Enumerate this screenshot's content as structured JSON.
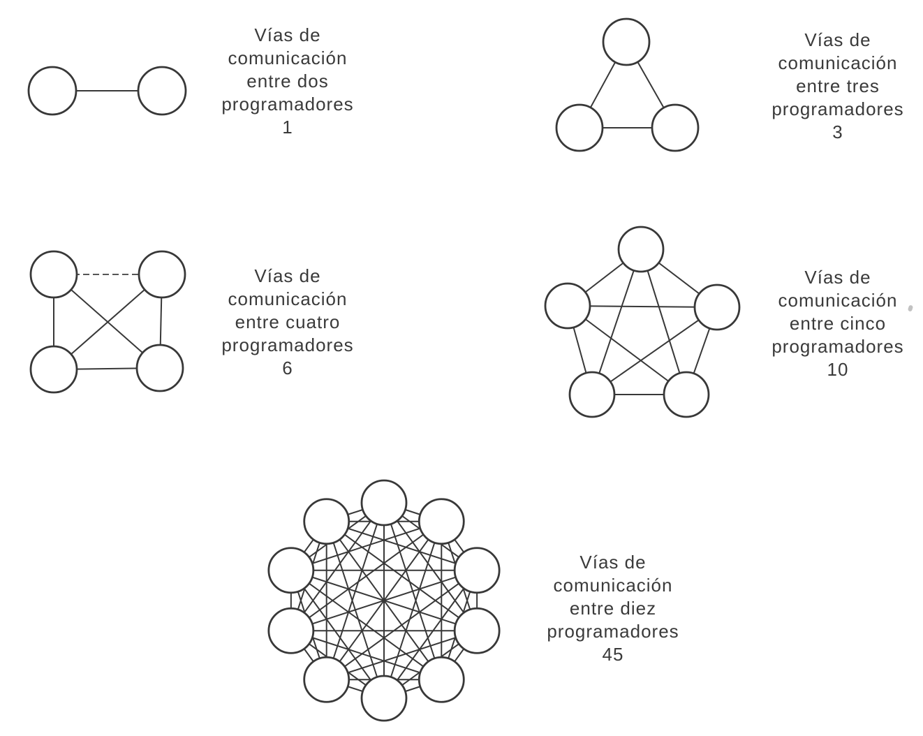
{
  "ink_color": "#383838",
  "background_color": "#ffffff",
  "figures": [
    {
      "id": "two",
      "programmers": 2,
      "caption_lines": [
        "Vías de",
        "comunicación",
        "entre dos",
        "programadores"
      ],
      "paths_value": "1"
    },
    {
      "id": "three",
      "programmers": 3,
      "caption_lines": [
        "Vías de",
        "comunicación",
        "entre tres",
        "programadores"
      ],
      "paths_value": "3"
    },
    {
      "id": "four",
      "programmers": 4,
      "caption_lines": [
        "Vías de",
        "comunicación",
        "entre cuatro",
        "programadores"
      ],
      "paths_value": "6"
    },
    {
      "id": "five",
      "programmers": 5,
      "caption_lines": [
        "Vías de",
        "comunicación",
        "entre cinco",
        "programadores"
      ],
      "paths_value": "10"
    },
    {
      "id": "ten",
      "programmers": 10,
      "caption_lines": [
        "Vías de",
        "comunicación",
        "entre diez",
        "programadores"
      ],
      "paths_value": "45"
    }
  ]
}
